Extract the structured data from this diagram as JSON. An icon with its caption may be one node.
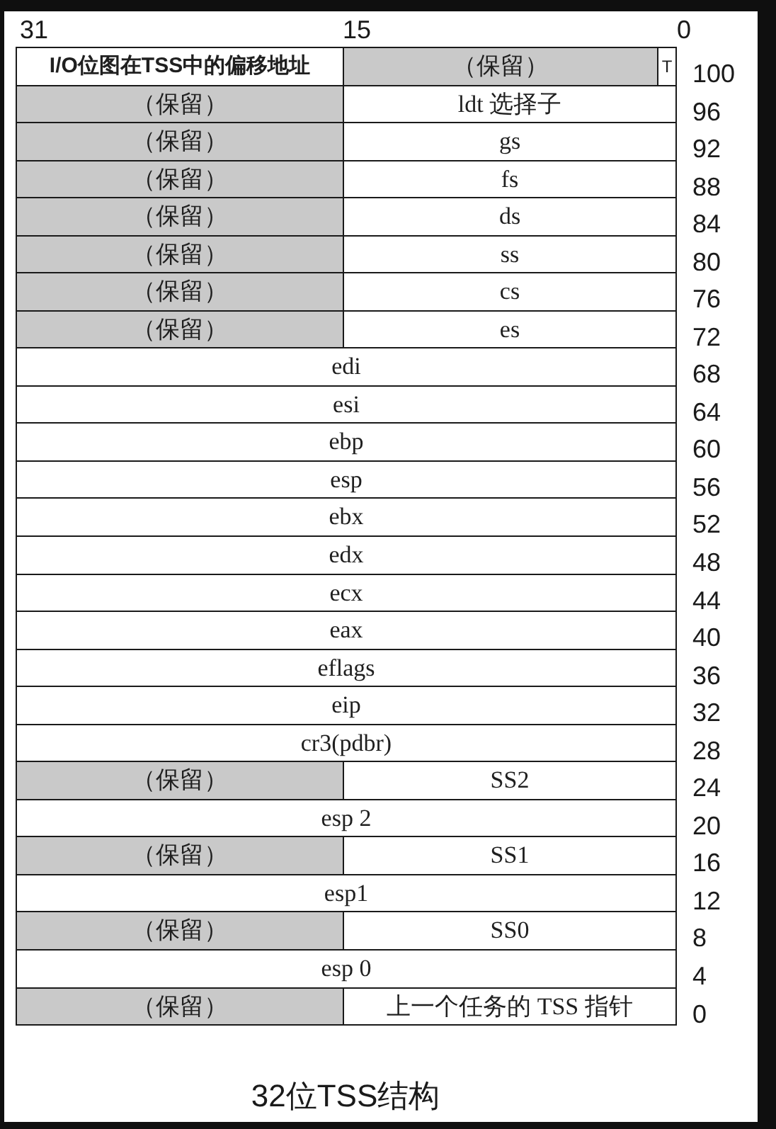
{
  "diagram": {
    "caption": "32位TSS结构",
    "nodes": [
      {
        "text": [
          "I/O位图在TSS中的偏移地址"
        ]
      },
      {
        "text": [
          "（保留）"
        ]
      },
      {
        "text": [
          "T"
        ],
        "beside": [
          "100"
        ]
      },
      {
        "text": [
          "（保留）"
        ]
      },
      {
        "text": [
          "ldt 选择子"
        ],
        "beside": [
          "96"
        ]
      },
      {
        "text": [
          "（保留）"
        ]
      },
      {
        "text": [
          "gs"
        ],
        "beside": [
          "92"
        ]
      },
      {
        "text": [
          "（保留）"
        ]
      },
      {
        "text": [
          "fs"
        ],
        "beside": [
          "88"
        ]
      },
      {
        "text": [
          "（保留）"
        ]
      },
      {
        "text": [
          "ds"
        ],
        "beside": [
          "84"
        ]
      },
      {
        "text": [
          "（保留）"
        ]
      },
      {
        "text": [
          "ss"
        ],
        "beside": [
          "80"
        ]
      },
      {
        "text": [
          "（保留）"
        ]
      },
      {
        "text": [
          "cs"
        ],
        "beside": [
          "76"
        ]
      },
      {
        "text": [
          "（保留）"
        ]
      },
      {
        "text": [
          "es"
        ],
        "beside": [
          "72"
        ]
      },
      {
        "text": [
          "edi"
        ],
        "beside": [
          "68"
        ]
      },
      {
        "text": [
          "esi"
        ],
        "beside": [
          "64"
        ]
      },
      {
        "text": [
          "ebp"
        ],
        "beside": [
          "60"
        ]
      },
      {
        "text": [
          "esp"
        ],
        "beside": [
          "56"
        ]
      },
      {
        "text": [
          "ebx"
        ],
        "beside": [
          "52"
        ]
      },
      {
        "text": [
          "edx"
        ],
        "beside": [
          "48"
        ]
      },
      {
        "text": [
          "ecx"
        ],
        "beside": [
          "44"
        ]
      },
      {
        "text": [
          "eax"
        ],
        "beside": [
          "40"
        ]
      },
      {
        "text": [
          "eflags"
        ],
        "beside": [
          "36"
        ]
      },
      {
        "text": [
          "eip"
        ],
        "beside": [
          "32"
        ]
      },
      {
        "text": [
          "cr3(pdbr)"
        ],
        "beside": [
          "28"
        ]
      },
      {
        "text": [
          "（保留）"
        ]
      },
      {
        "text": [
          "SS2"
        ],
        "beside": [
          "24"
        ]
      },
      {
        "text": [
          "esp 2"
        ],
        "beside": [
          "20"
        ]
      },
      {
        "text": [
          "（保留）"
        ]
      },
      {
        "text": [
          "SS1"
        ],
        "beside": [
          "16"
        ]
      },
      {
        "text": [
          "esp1"
        ],
        "beside": [
          "12"
        ]
      },
      {
        "text": [
          "（保留）"
        ]
      },
      {
        "text": [
          "SS0"
        ],
        "beside": [
          "8"
        ]
      },
      {
        "text": [
          "esp 0"
        ],
        "beside": [
          "4"
        ]
      },
      {
        "text": [
          "（保留）"
        ]
      },
      {
        "text": [
          "上一个任务的 TSS 指针"
        ],
        "beside": [
          "0"
        ]
      }
    ],
    "labels": [
      "31",
      "15",
      "0"
    ]
  }
}
